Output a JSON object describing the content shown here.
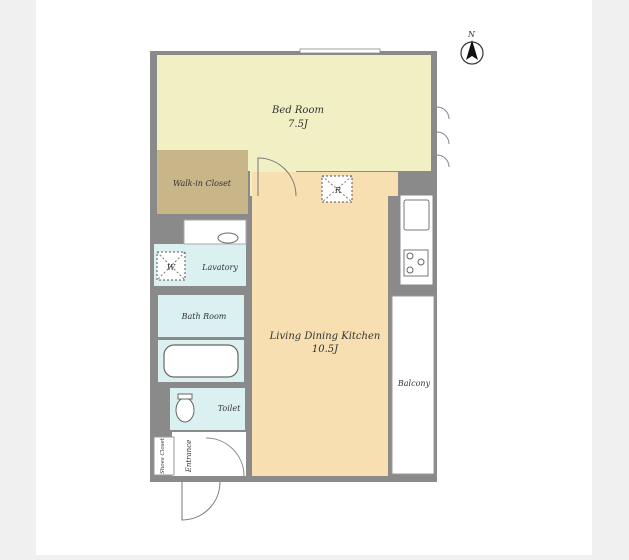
{
  "rooms": {
    "bedroom": {
      "name": "Bed Room",
      "size": "7.5J"
    },
    "walkin_closet": {
      "name": "Walk-in Closet"
    },
    "lavatory": {
      "name": "Lavatory"
    },
    "bathroom": {
      "name": "Bath Room"
    },
    "ldk": {
      "name": "Living Dining Kitchen",
      "size": "10.5J"
    },
    "balcony": {
      "name": "Balcony"
    },
    "toilet": {
      "name": "Toilet"
    },
    "entrance": {
      "name": "Entrance"
    },
    "shoes_closet": {
      "name": "Shoes Closet"
    }
  },
  "symbols": {
    "refrigerator": "R",
    "washer": "W",
    "north": "N"
  },
  "colors": {
    "bedroom_floor": "#f1f0c4",
    "ldk_floor": "#f7dfb2",
    "closet_floor": "#c8b588",
    "wet_area_floor": "#dbf0f1",
    "wall": "#8a8a8a"
  }
}
